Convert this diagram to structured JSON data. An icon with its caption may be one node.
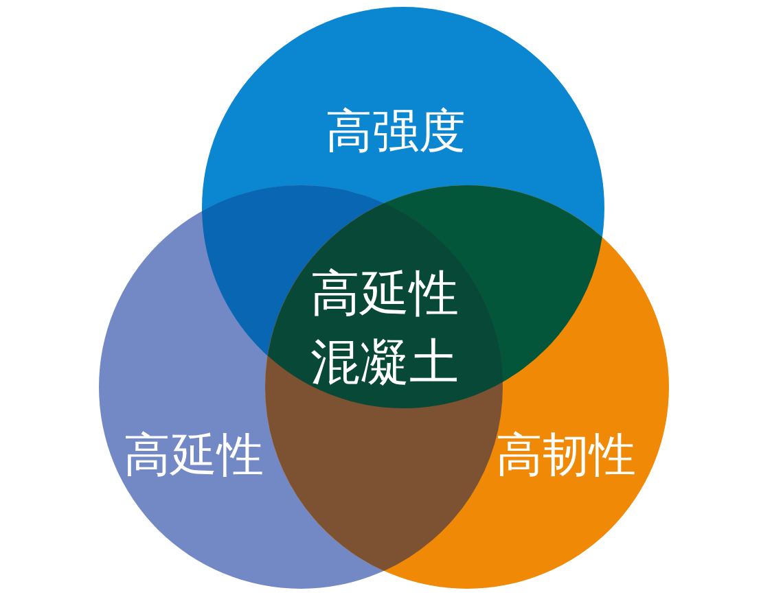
{
  "diagram": {
    "nodes": [
      {
        "text": [
          "高强度"
        ]
      },
      {
        "text": [
          "高延性"
        ]
      },
      {
        "text": [
          "高韧性"
        ]
      },
      {
        "text": [
          "高延性混凝土"
        ]
      }
    ]
  }
}
